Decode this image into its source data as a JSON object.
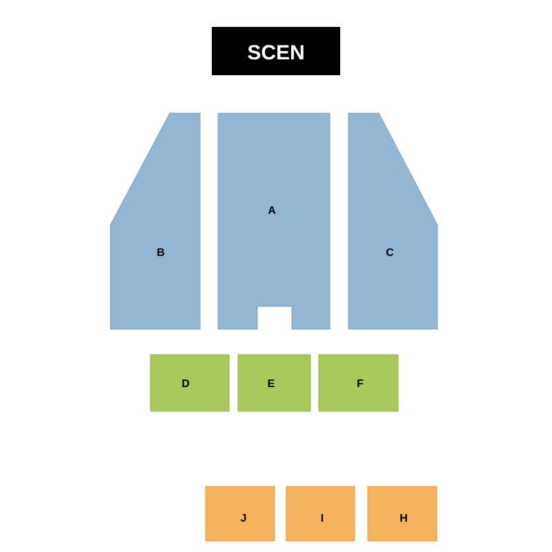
{
  "stage": {
    "label": "SCEN"
  },
  "colors": {
    "stage": "#000000",
    "stage_text": "#ffffff",
    "blue_fill": "#93b7d3",
    "blue_stroke": "#7f9fb8",
    "green_fill": "#a9ca5b",
    "green_stroke": "#93b04c",
    "orange_fill": "#f7b45c",
    "orange_stroke": "#d89a4a",
    "label": "#000000"
  },
  "sections": [
    {
      "id": "A",
      "label": "A",
      "tier": "blue"
    },
    {
      "id": "B",
      "label": "B",
      "tier": "blue"
    },
    {
      "id": "C",
      "label": "C",
      "tier": "blue"
    },
    {
      "id": "D",
      "label": "D",
      "tier": "green"
    },
    {
      "id": "E",
      "label": "E",
      "tier": "green"
    },
    {
      "id": "F",
      "label": "F",
      "tier": "green"
    },
    {
      "id": "J",
      "label": "J",
      "tier": "orange"
    },
    {
      "id": "I",
      "label": "I",
      "tier": "orange"
    },
    {
      "id": "H",
      "label": "H",
      "tier": "orange"
    }
  ]
}
